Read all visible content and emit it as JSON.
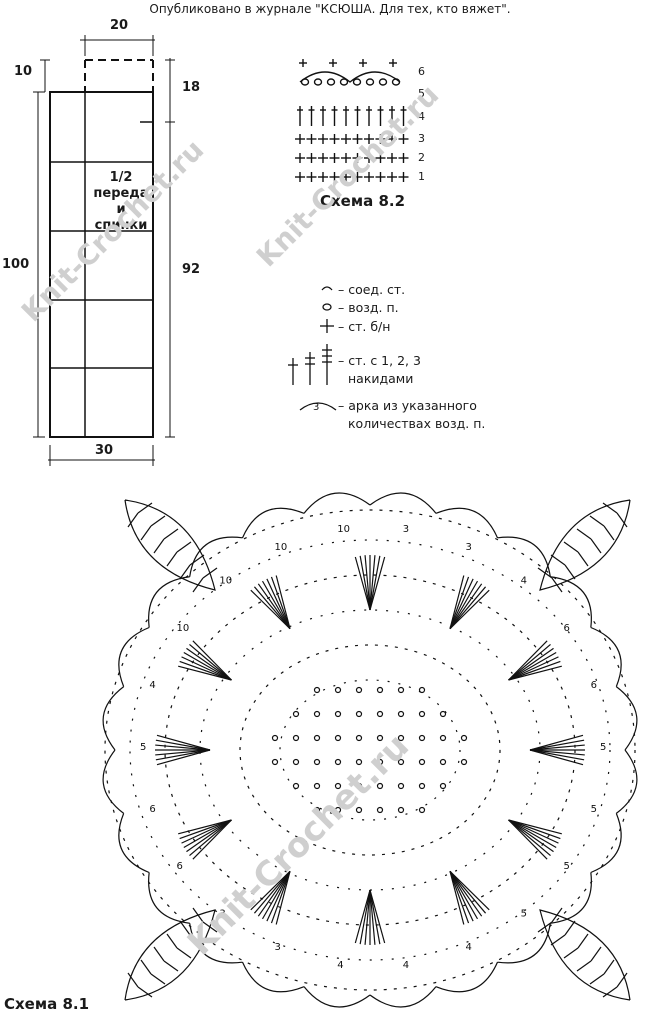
{
  "header": {
    "publication": "Опубликовано в журнале \"КСЮША. Для тех, кто вяжет\"."
  },
  "pattern": {
    "dim_top": "20",
    "dim_shoulder": "10",
    "dim_right_upper": "18",
    "dim_left_total": "100",
    "dim_right_total": "92",
    "dim_bottom": "30",
    "piece_label_line1": "1/2",
    "piece_label_line2": "переда",
    "piece_label_line3": "и",
    "piece_label_line4": "спинки"
  },
  "schema82": {
    "title": "Схема 8.2",
    "rows": [
      "1",
      "2",
      "3",
      "4",
      "5",
      "6"
    ]
  },
  "legend": {
    "slip_stitch": "– соед. ст.",
    "chain": "– возд. п.",
    "single_crochet": "– ст. б/н",
    "tall_stitch_line1": "– ст. с 1, 2, 3",
    "tall_stitch_line2": "накидами",
    "arch_number": "3",
    "arch_line1": "– арка из указанного",
    "arch_line2": "количествах возд. п."
  },
  "schema81": {
    "title": "Схема 8.1",
    "arch_numbers": [
      "5",
      "5",
      "5",
      "5",
      "4",
      "4",
      "4",
      "3",
      "3",
      "6",
      "6",
      "5",
      "4",
      "10",
      "10",
      "10",
      "10",
      "3",
      "3",
      "4",
      "6",
      "6"
    ]
  },
  "watermark": {
    "text": "Knit-Crochet.ru"
  }
}
